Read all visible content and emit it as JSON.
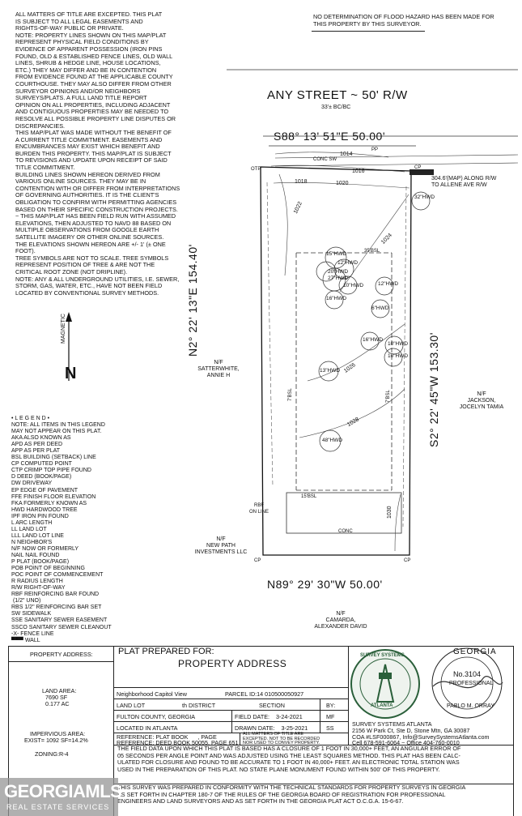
{
  "notes_left": "ALL MATTERS OF TITLE ARE EXCEPTED. THIS PLAT\nIS SUBJECT TO ALL LEGAL EASEMENTS AND\nRIGHTS-OF-WAY PUBLIC OR PRIVATE.\nNOTE: PROPERTY LINES SHOWN ON THIS MAP/PLAT\nREPRESENT PHYSICAL FIELD CONDITIONS BY\nEVIDENCE OF APPARENT POSSESSION (IRON PINS\nFOUND, OLD & ESTABLISHED FENCE LINES, OLD WALL\nLINES, SHRUB & HEDGE LINE, HOUSE LOCATIONS,\nETC.) THEY MAY DIFFER AND BE IN CONTENTION\nFROM EVIDENCE FOUND AT THE APPLICABLE COUNTY\nCOURTHOUSE. THEY MAY ALSO DIFFER FROM OTHER\nSURVEYOR OPINIONS AND/OR NEIGHBORS\nSURVEYS/PLATS. A FULL LAND TITLE REPORT\nOPINION ON ALL PROPERTIES, INCLUDING ADJACENT\nAND CONTIGUOUS PROPERTIES MAY BE NEEDED TO\nRESOLVE ALL POSSIBLE PROPERTY LINE DISPUTES OR\nDISCREPANCIES.\nTHIS MAP/PLAT WAS MADE WITHOUT THE BENEFIT OF\nA CURRENT TITLE COMMITMENT. EASEMENTS AND\nENCUMBRANCES MAY EXIST WHICH BENEFIT AND\nBURDEN THIS PROPERTY. THIS MAP/PLAT IS SUBJECT\nTO REVISIONS AND UPDATE UPON RECEIPT OF SAID\nTITLE COMMITMENT.\nBUILDING LINES SHOWN HEREON DERIVED FROM\nVARIOUS ONLINE SOURCES. THEY MAY BE IN\nCONTENTION WITH OR DIFFER FROM INTERPRETATIONS\nOF GOVERNING AUTHORITIES. IT IS THE CLIENT'S\nOBLIGATION TO CONFIRM WITH PERMITTING AGENCIES\nBASED ON THEIR SPECIFIC CONSTRUCTION PROJECTS.\n~ THIS MAP/PLAT HAS BEEN FIELD RUN WITH ASSUMED\nELEVATIONS, THEN ADJUSTED TO NAVD 88 BASED ON\nMULTIPLE OBSERVATIONS FROM GOOGLE EARTH\nSATELLITE IMAGERY OR OTHER ONLINE SOURCES.\nTHE ELEVATIONS SHOWN HEREON ARE +/- 1' (± ONE\nFOOT).\nTREE SYMBOLS ARE NOT TO SCALE. TREE SYMBOLS\nREPRESENT POSITION OF TREE & ARE NOT THE\nCRITICAL ROOT ZONE (NOT DRIPLINE).\nNOTE: ANY & ALL UNDERGROUND UTILITIES, I.E. SEWER,\nSTORM, GAS, WATER, ETC., HAVE NOT BEEN FIELD\nLOCATED BY CONVENTIONAL SURVEY METHODS.",
  "flood_note": "NO DETERMINATION OF FLOOD HAZARD HAS BEEN MADE FOR\nTHIS PROPERTY BY THIS SURVEYOR.",
  "street": {
    "name": "ANY STREET ~ 50' R/W",
    "sub": "33'± BC/BC"
  },
  "bearings": {
    "north": "S88° 13' 51\"E 50.00'",
    "south": "N89° 29' 30\"W 50.00'",
    "west": "N2° 22' 13\"E 154.40'",
    "east": "S2° 22' 45\"W 153.30'"
  },
  "north_arrow": {
    "label": "MAGNETIC",
    "letter": "N"
  },
  "neighbors": {
    "west": "N/F\nSATTERWHITE,\nANNIE H",
    "east": "N/F\nJACKSON,\nJOCELYN TAMIA",
    "south": "N/F\nCAMARDA,\nALEXANDER DAVID",
    "southwest": "N/F\nNEW PATH\nINVESTMENTS LLC"
  },
  "site_labels": {
    "conc_sw": "CONC SW",
    "pp": "PP",
    "otp": "OTP",
    "cp_ne": "CP",
    "cp_sw": "CP",
    "cp_se": "CP",
    "allene": "304.6'(MAP) ALONG R/W\nTO ALLENE AVE R/W",
    "bsl_35": "35'BSL",
    "bsl_7w": "7'BSL",
    "bsl_7e": "7'BSL",
    "bsl_15": "15'BSL",
    "rbf": "RBF\nON LINE",
    "conc": "CONC",
    "c1014": "1014",
    "c1016": "1016",
    "c1018": "1018",
    "c1020": "1020",
    "c1022": "1022",
    "c1024": "1024",
    "c1026": "1026",
    "c1028": "1028",
    "c1030": "1030"
  },
  "trees": [
    "32\"HWD",
    "15\"HWD",
    "12\"HWD",
    "20\"HWD",
    "27\"HWD",
    "10\"HWD",
    "16\"HWD",
    "12\"HWD",
    "6\"HWD",
    "16\"HWD",
    "10\"HWD",
    "10\"HWD",
    "13\"HWD",
    "48\"HWD"
  ],
  "legend": "• L E G E N D •\nNOTE: ALL ITEMS IN THIS LEGEND\nMAY NOT APPEAR ON THIS PLAT.\nAKA ALSO KNOWN AS\nAPD AS PER DEED\nAPP AS PER PLAT\nBSL BUILDING (SETBACK) LINE\nCP COMPUTED POINT\nCTP CRIMP TOP PIPE FOUND\nD DEED (BOOK/PAGE)\nDW DRIVEWAY\nEP EDGE OF PAVEMENT\nFFE FINISH FLOOR ELEVATION\nFKA FORMERLY KNOWN AS\nHWD HARDWOOD TREE\nIPF IRON PIN FOUND\nL ARC LENGTH\nLL LAND LOT\nLLL LAND LOT LINE\nN NEIGHBOR'S\nN/F NOW OR FORMERLY\nNAIL NAIL FOUND\nP PLAT (BOOK/PAGE)\nPOB POINT OF BEGINNING\nPOC POINT OF COMMENCEMENT\nR RADIUS LENGTH\nR/W RIGHT-OF-WAY\nRBF REINFORCING BAR FOUND\n (1/2\" UNO)\nRBS 1/2\" REINFORCING BAR SET\nSW SIDEWALK\nSSE SANITARY SEWER EASEMENT\nSSCO SANITARY SEWER CLEANOUT\n-X- FENCE LINE\n▀▀▀ WALL",
  "title_block": {
    "property_address_label": "PROPERTY ADDRESS:",
    "land_area_label": "LAND AREA:",
    "land_area_sf": "7690 SF",
    "land_area_ac": "0.177 AC",
    "impervious_label": "IMPERVIOUS AREA:",
    "impervious_value": "EXIST= 1092 SF=14.2%",
    "zoning": "ZONING:R-4",
    "prepared_for": "PLAT PREPARED FOR:",
    "property": "PROPERTY ADDRESS",
    "neighborhood": "Neighborhood Capitol View",
    "parcel": "PARCEL ID:14 010500050927",
    "land_lot": "LAND LOT",
    "district": "th DISTRICT",
    "section": "SECTION",
    "by": "BY:",
    "county": "FULTON COUNTY, GEORGIA",
    "field_date": "FIELD DATE:    3-24-2021",
    "field_by": "MF",
    "located": "LOCATED IN ATLANTA",
    "drawn_date": "DRAWN DATE:    3-25-2021",
    "drawn_by": "SS",
    "ref1": "REFERENCE: PLAT BOOK      , PAGE",
    "ref2": "REFERENCE: DEED BOOK  50055, PAGE 651",
    "title_note": "ALL MATTERS OF TITLE ARE\nEXCEPTED. NOT TO BE RECORDED\nNOR USED TO CONVEY PROPERTY.",
    "firm_name": "SURVEY SYSTEMS ATLANTA",
    "firm_addr": "2156 W Park Ct, Ste D, Stone Mtn, GA 30087",
    "firm_coa": "COA #LSF000867, Info@SurveySystemsAtlanta.com",
    "firm_phone": "Cell 678-591-6064 ~ Office 404-760-0010",
    "logo_top": "SURVEY SYSTEMS",
    "logo_bottom": "ATLANTA",
    "seal_state": "GEORGIA",
    "seal_no": "No.3104",
    "seal_prof": "PROFESSIONAL",
    "seal_name": "PABLO M. ORRAY"
  },
  "closure_note": "THE FIELD DATA UPON WHICH THIS PLAT IS BASED HAS A CLOSURE OF 1 FOOT IN 30,000+ FEET, AN ANGULAR ERROR OF\n05 SECONDS PER ANGLE POINT AND WAS ADJUSTED USING THE LEAST SQUARES METHOD. THIS PLAT HAS BEEN CALC-\nULATED FOR CLOSURE AND FOUND TO BE ACCURATE TO 1 FOOT IN 40,000+ FEET. AN ELECTRONIC TOTAL STATION WAS\nUSED IN THE PREPARATION OF THIS PLAT. NO STATE PLANE MONUMENT FOUND WITHIN 500' OF THIS PROPERTY.",
  "conform_note": "THIS SURVEY WAS PREPARED IN CONFORMITY WITH THE TECHNICAL STANDARDS FOR PROPERTY SURVEYS IN GEORGIA\nAS SET FORTH IN CHAPTER 180-7 OF THE RULES OF THE GEORGIA BOARD OF REGISTRATION FOR PROFESSIONAL\nENGINEERS AND LAND SURVEYORS AND AS SET FORTH IN THE GEORGIA PLAT ACT O.C.G.A. 15-6-67.",
  "watermark": {
    "brand": "GEORGIAMLS",
    "sub": "REAL ESTATE SERVICES"
  }
}
